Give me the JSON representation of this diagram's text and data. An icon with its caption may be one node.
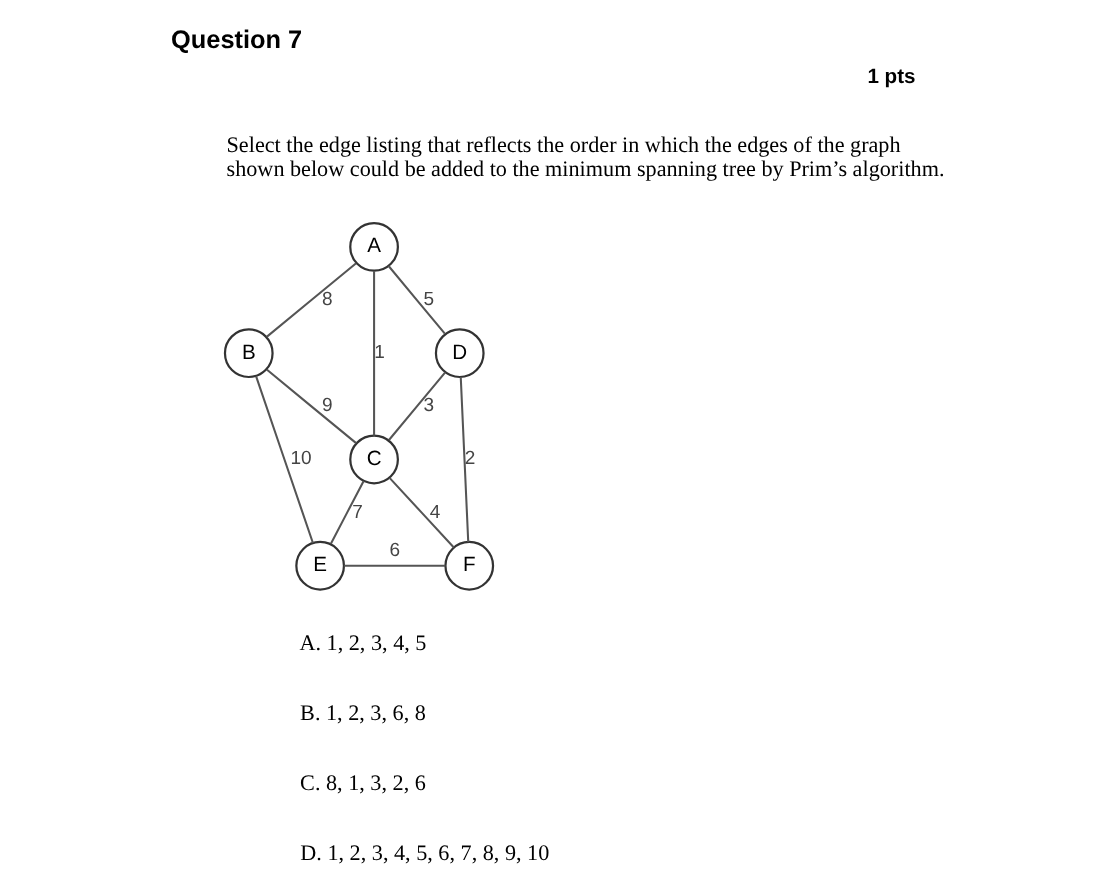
{
  "diagram": {
    "title": "Question 7",
    "nodes": [
      {
        "text": [
          "A"
        ]
      },
      {
        "text": [
          "B"
        ]
      },
      {
        "text": [
          "D"
        ]
      },
      {
        "text": [
          "C"
        ]
      },
      {
        "text": [
          "E"
        ]
      },
      {
        "text": [
          "F"
        ]
      }
    ],
    "edges": [
      {
        "from": 0,
        "to": 1,
        "arrow": "none",
        "label": "8"
      },
      {
        "from": 0,
        "to": 3,
        "arrow": "none",
        "label": "1"
      },
      {
        "from": 0,
        "to": 2,
        "arrow": "none",
        "label": "5"
      },
      {
        "from": 1,
        "to": 3,
        "arrow": "none",
        "label": "9"
      },
      {
        "from": 2,
        "to": 3,
        "arrow": "none",
        "label": "3"
      },
      {
        "from": 1,
        "to": 4,
        "arrow": "none",
        "label": "10"
      },
      {
        "from": 2,
        "to": 5,
        "arrow": "none",
        "label": "2"
      },
      {
        "from": 3,
        "to": 4,
        "arrow": "none",
        "label": "7"
      },
      {
        "from": 3,
        "to": 5,
        "arrow": "none",
        "label": "4"
      },
      {
        "from": 4,
        "to": 5,
        "arrow": "none",
        "label": "6"
      }
    ],
    "labels": [
      "1 pts",
      "Select the edge listing that reflects the order in which the edges of the graph shown below could be added to the minimum spanning tree by Prim’s algorithm.",
      "A. 1, 2, 3, 4, 5",
      "B. 1, 2, 3, 6, 8",
      "C. 8, 1, 3, 2, 6",
      "D. 1, 2, 3, 4, 5, 6, 7, 8, 9, 10"
    ]
  }
}
